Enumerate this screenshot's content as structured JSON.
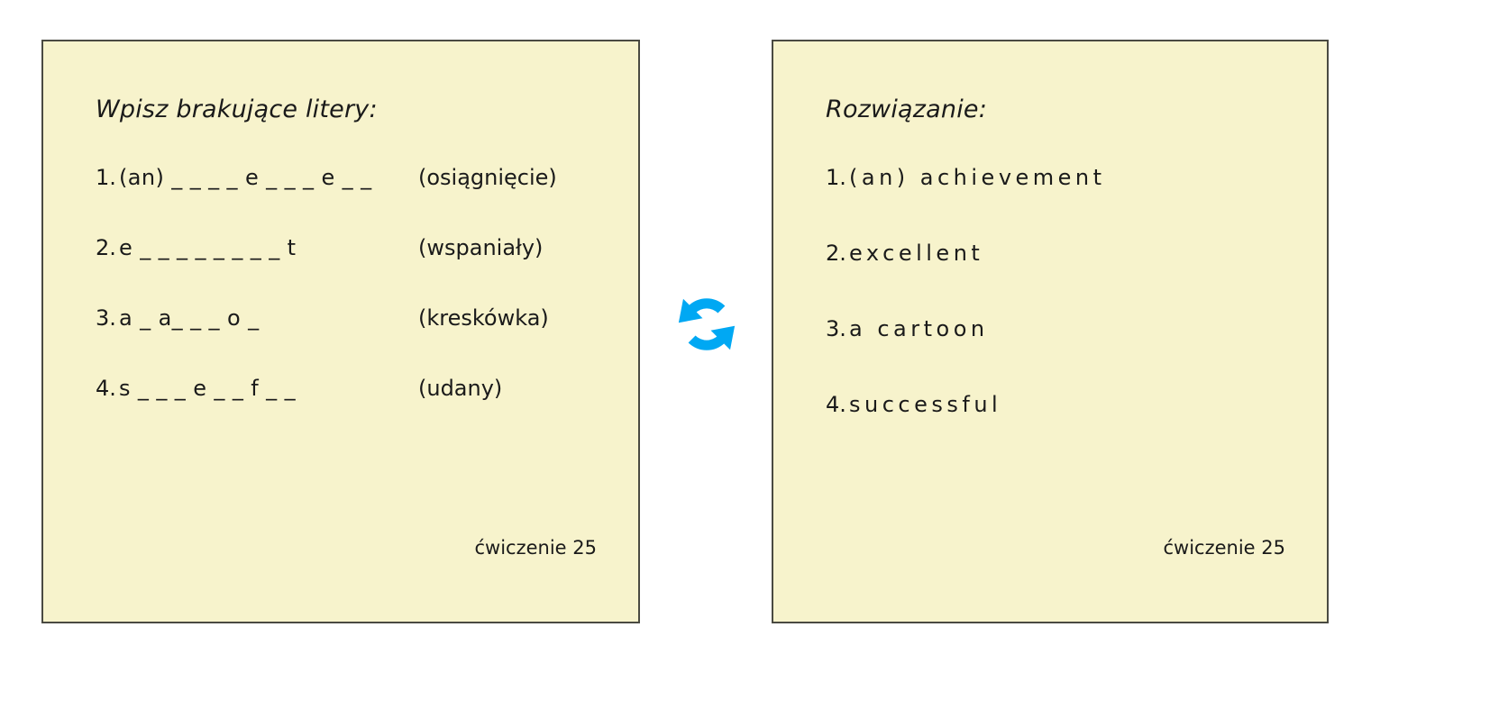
{
  "exercise_card": {
    "title": "Wpisz brakujące litery:",
    "footer": "ćwiczenie 25",
    "items": [
      {
        "number": "1.",
        "pattern": "(an)  _ _ _ _ e _ _ _ e _ _",
        "hint": "(osiągnięcie)"
      },
      {
        "number": "2.",
        "pattern": "e _ _ _ _ _ _ _ _ t",
        "hint": "(wspaniały)"
      },
      {
        "number": "3.",
        "pattern": "a  _ a_ _ _ o _",
        "hint": "(kreskówka)"
      },
      {
        "number": "4.",
        "pattern": "s _ _ _ e _ _ f _ _",
        "hint": "(udany)"
      }
    ]
  },
  "solution_card": {
    "title": "Rozwiązanie:",
    "footer": "ćwiczenie 25",
    "items": [
      {
        "number": "1.",
        "answer": "(an) achievement"
      },
      {
        "number": "2.",
        "answer": "excellent"
      },
      {
        "number": "3.",
        "answer": "a cartoon"
      },
      {
        "number": "4.",
        "answer": "successful"
      }
    ]
  },
  "flip_control": {
    "icon": "refresh-icon",
    "color": "#00A8F3"
  },
  "colors": {
    "card_background": "#F7F3CC",
    "card_border": "#4a4a42",
    "page_background": "#ffffff",
    "text": "#1a1a1a",
    "accent": "#00A8F3"
  }
}
